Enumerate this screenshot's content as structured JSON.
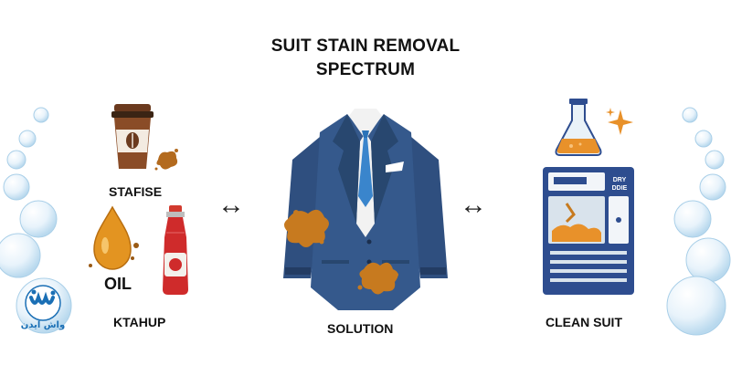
{
  "title_line1": "SUIT STAIN REMOVAL",
  "title_line2": "SPECTRUM",
  "left": {
    "coffee_label": "STAFISE",
    "oil_label": "OIL",
    "ketchup_label": "KTAHUP"
  },
  "center": {
    "label": "SOLUTION"
  },
  "right": {
    "machine_text_line1": "DRY",
    "machine_text_line2": "DDIE",
    "label": "CLEAN SUIT"
  },
  "arrows": {
    "left": "↔",
    "right": "↔"
  },
  "logo": {
    "text": "واش ایدن"
  },
  "colors": {
    "suit": "#2f4f7f",
    "stain": "#c77a1f",
    "bottle": "#d32f2f",
    "machine": "#2e4d8f",
    "liquid": "#e8912a"
  }
}
